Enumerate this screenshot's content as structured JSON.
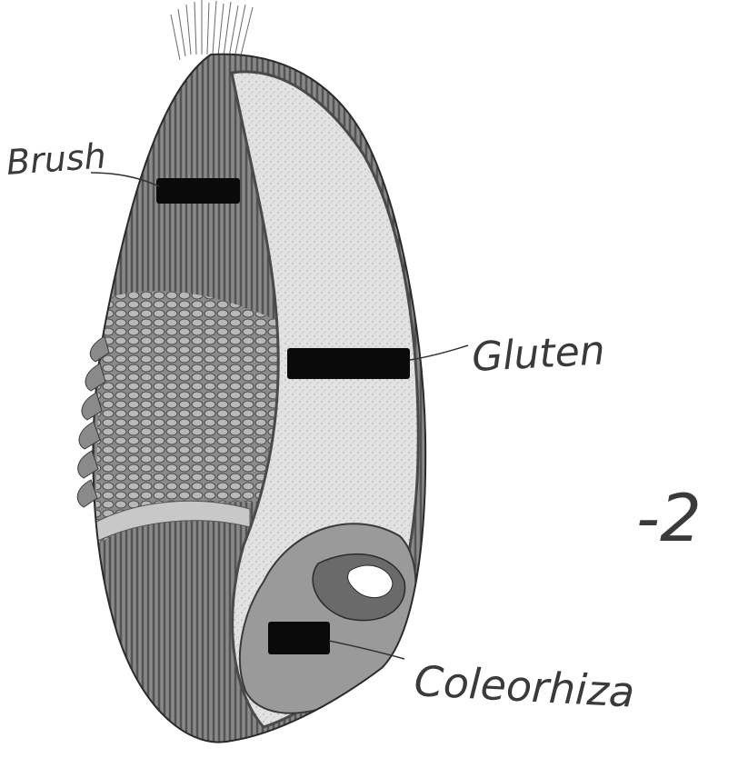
{
  "labels": {
    "brush": "Brush",
    "gluten": "Gluten",
    "coleorhiza": "Coleorhiza",
    "score": "-2"
  },
  "colors": {
    "ink": "#3a3a3a",
    "redaction": "#0a0a0a",
    "paper": "#ffffff",
    "hull_dark": "#5a5a5a",
    "endosperm": "#dedede"
  },
  "redaction_boxes": [
    {
      "id": "brush-answer-box"
    },
    {
      "id": "gluten-answer-box"
    },
    {
      "id": "coleorhiza-answer-box"
    }
  ]
}
